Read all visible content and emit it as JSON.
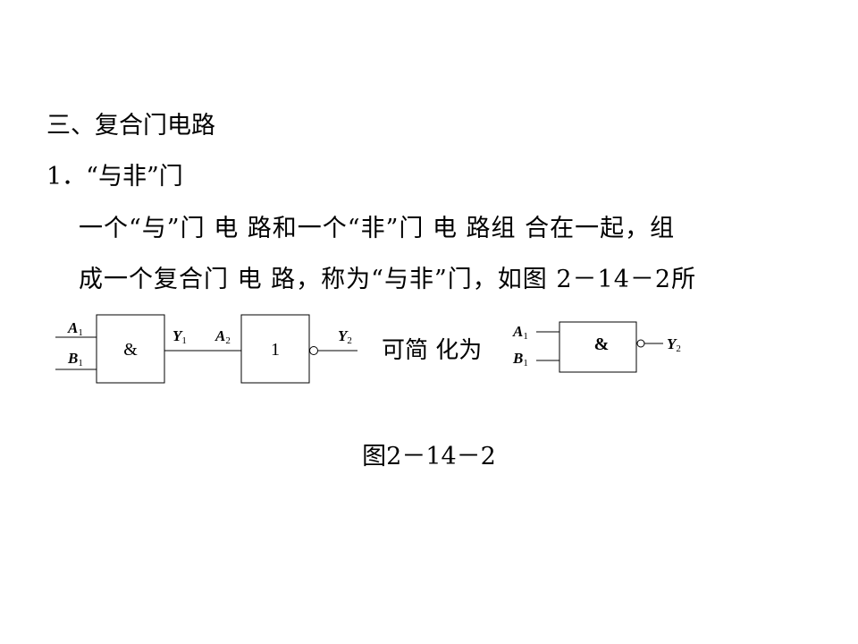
{
  "heading": "三、复合门电路",
  "subheading": "1．“与非”门",
  "paragraph_line1": "一个“与”门 电 路和一个“非”门 电 路组 合在一起，组",
  "paragraph_line2": "成一个复合门 电 路，称为“与非”门，如图 2－14－2所",
  "diagram": {
    "input_a1": "A",
    "input_a1_sub": "1",
    "input_b1": "B",
    "input_b1_sub": "1",
    "and_symbol": "&",
    "output_y1": "Y",
    "output_y1_sub": "1",
    "input_a2": "A",
    "input_a2_sub": "2",
    "not_symbol": "1",
    "output_y2": "Y",
    "output_y2_sub": "2",
    "middle_text": "可简 化为",
    "nand_a1": "A",
    "nand_a1_sub": "1",
    "nand_b1": "B",
    "nand_b1_sub": "1",
    "nand_symbol": "&",
    "nand_y2": "Y",
    "nand_y2_sub": "2"
  },
  "caption": "图2－14－2"
}
